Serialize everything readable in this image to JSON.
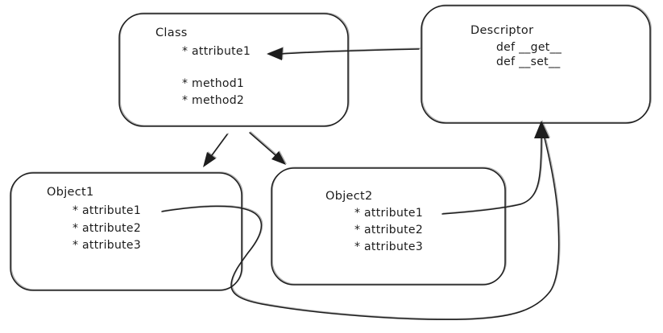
{
  "diagram": {
    "kind": "hand-drawn class/descriptor diagram",
    "colors": {
      "stroke": "#1d1d1d",
      "text": "#1b1b1b",
      "background": "#ffffff"
    },
    "nodes": {
      "class": {
        "title": "Class",
        "attributes": [
          "* attribute1"
        ],
        "methods": [
          "* method1",
          "* method2"
        ]
      },
      "descriptor": {
        "title": "Descriptor",
        "methods": [
          "def __get__",
          "def __set__"
        ]
      },
      "object1": {
        "title": "Object1",
        "attributes": [
          "* attribute1",
          "* attribute2",
          "* attribute3"
        ]
      },
      "object2": {
        "title": "Object2",
        "attributes": [
          "* attribute1",
          "* attribute2",
          "* attribute3"
        ]
      }
    },
    "edges": [
      {
        "id": "descriptor-to-class-attribute1",
        "from": "descriptor",
        "to": "class.attribute1",
        "arrow": "filled-triangle"
      },
      {
        "id": "class-to-object1",
        "from": "class",
        "to": "object1",
        "arrow": "filled-triangle"
      },
      {
        "id": "class-to-object2",
        "from": "class",
        "to": "object2",
        "arrow": "filled-triangle"
      },
      {
        "id": "object1-attribute1-to-descriptor",
        "from": "object1.attribute1",
        "to": "descriptor",
        "arrow": "filled-triangle",
        "route": "loops below Object2 along bottom then up"
      },
      {
        "id": "object2-attribute1-to-descriptor",
        "from": "object2.attribute1",
        "to": "descriptor",
        "arrow": "filled-triangle",
        "route": "curves right then up"
      }
    ]
  }
}
